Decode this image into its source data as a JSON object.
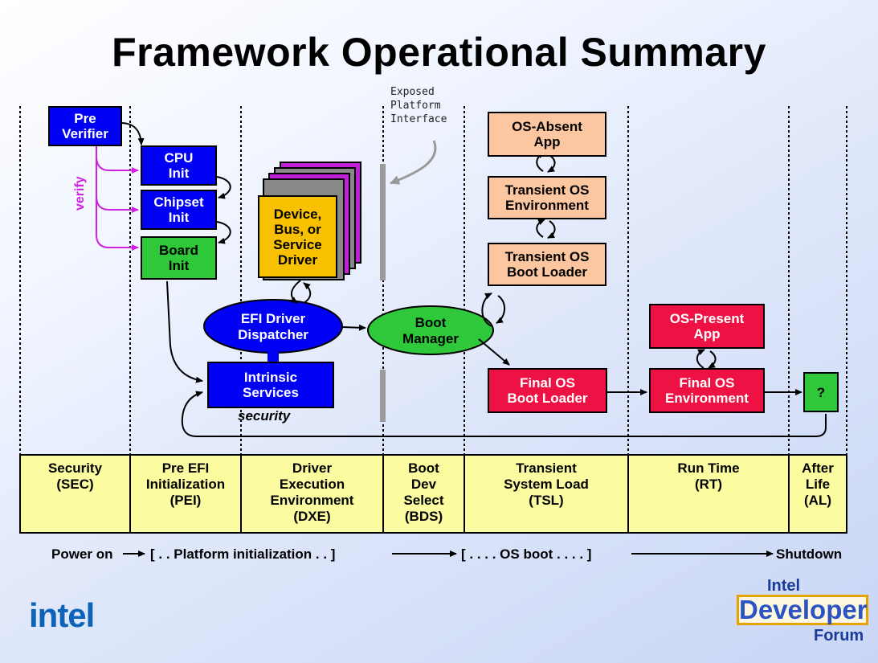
{
  "title": "Framework Operational Summary",
  "exposed_label": [
    "Exposed",
    "Platform",
    "Interface"
  ],
  "boxes": {
    "pre_verifier": "Pre\nVerifier",
    "cpu_init": "CPU\nInit",
    "chipset_init": "Chipset\nInit",
    "board_init": "Board\nInit",
    "device_driver": "Device,\nBus, or\nService\nDriver",
    "intrinsic_services": "Intrinsic\nServices",
    "os_absent_app": "OS-Absent\nApp",
    "transient_os_env": "Transient OS\nEnvironment",
    "transient_os_loader": "Transient OS\nBoot Loader",
    "final_os_loader": "Final OS\nBoot Loader",
    "os_present_app": "OS-Present\nApp",
    "final_os_env": "Final OS\nEnvironment",
    "after_life": "?"
  },
  "ellipses": {
    "efi_dispatcher": "EFI Driver\nDispatcher",
    "boot_manager": "Boot\nManager"
  },
  "labels": {
    "verify": "verify",
    "security": "security"
  },
  "phases": [
    "Security\n(SEC)",
    "Pre EFI\nInitialization\n(PEI)",
    "Driver\nExecution\nEnvironment\n(DXE)",
    "Boot\nDev\nSelect\n(BDS)",
    "Transient\nSystem Load\n(TSL)",
    "Run Time\n(RT)",
    "After\nLife\n(AL)"
  ],
  "timeline": {
    "power_on": "Power on",
    "platform_init": "[ . . Platform initialization . . ]",
    "os_boot": "[ . . . . OS boot . . . . ]",
    "shutdown": "Shutdown"
  },
  "logos": {
    "intel": "intel",
    "idf_intel": "Intel",
    "idf_developer": "Developer",
    "idf_forum": "Forum"
  },
  "colors": {
    "blue": "#0000f5",
    "green": "#2ec83a",
    "orange": "#fcc7a0",
    "red": "#ee1144",
    "yellow": "#f7c000",
    "phase_band": "#fbfba0",
    "magenta": "#d020e0"
  }
}
